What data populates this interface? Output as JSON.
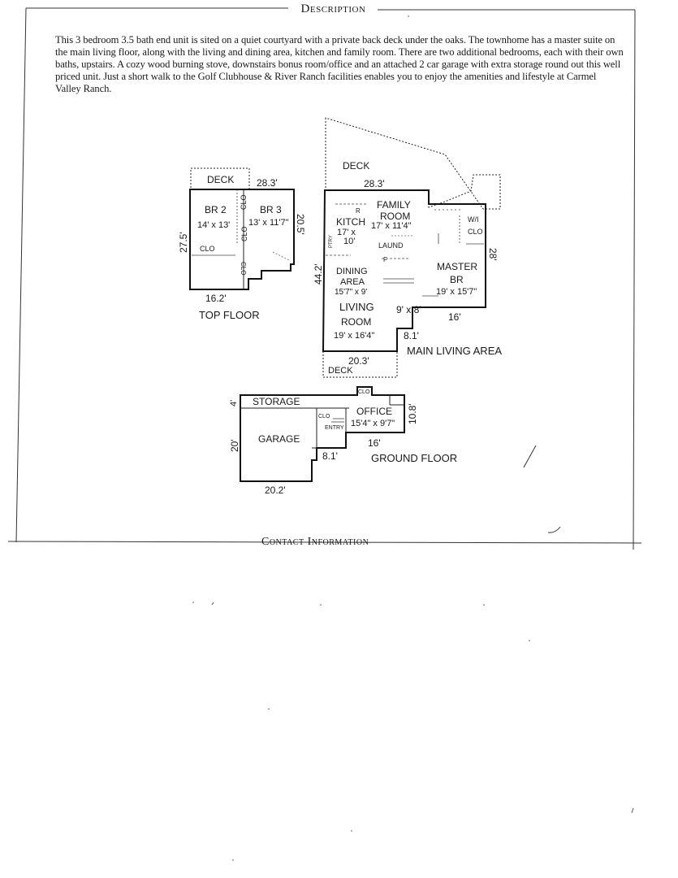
{
  "header": {
    "section_title": "Description"
  },
  "description": {
    "text": "This 3 bedroom 3.5 bath end unit is sited on a quiet courtyard with a private back deck under the oaks. The townhome has a master suite on the main living floor, along with the living and dining area, kitchen and family room. There are two additional bedrooms, each with their own baths, upstairs. A cozy wood burning stove, downstairs bonus room/office and an attached 2 car garage with extra storage round out this well priced unit. Just a short walk to the Golf Clubhouse & River Ranch facilities enables you to enjoy the amenities and lifestyle at Carmel Valley Ranch."
  },
  "top_floor": {
    "title": "TOP FLOOR",
    "deck": "DECK",
    "width_top": "28.3'",
    "width_bottom": "16.2'",
    "height_left": "27.5'",
    "height_right": "20.5'",
    "br2_name": "BR 2",
    "br2_size": "14' x 13'",
    "br3_name": "BR 3",
    "br3_size": "13' x 11'7\"",
    "clo": "CLO"
  },
  "main_floor": {
    "title": "MAIN LIVING AREA",
    "deck_top": "DECK",
    "deck_bottom": "DECK",
    "width_top": "28.3'",
    "width_bottom": "20.3'",
    "height_left": "44.2'",
    "height_right": "28'",
    "dim_8_1": "8.1'",
    "dim_16": "16'",
    "family_room_1": "FAMILY",
    "family_room_2": "ROOM",
    "family_room_size": "17' x 11'4\"",
    "kitchen_1": "KITCH",
    "kitchen_2": "17' x",
    "kitchen_3": "10'",
    "laund": "LAUND",
    "wi": "W/I",
    "clo": "CLO",
    "dining_1": "DINING",
    "dining_2": "AREA",
    "dining_size": "15'7\" x 9'",
    "living_1": "LIVING",
    "living_2": "ROOM",
    "living_size": "19' x 16'4\"",
    "master_1": "MASTER",
    "master_2": "BR",
    "master_size": "19' x 15'7\"",
    "small_room": "9' x 8'",
    "pantry": "PTRY",
    "r": "R",
    "f": "F"
  },
  "ground_floor": {
    "title": "GROUND FLOOR",
    "storage": "STORAGE",
    "storage_dim": "4'",
    "garage": "GARAGE",
    "garage_height": "20'",
    "garage_width": "20.2'",
    "clo": "CLO",
    "clo_top": "CLO",
    "entry": "ENTRY",
    "office": "OFFICE",
    "office_size": "15'4\" x 9'7\"",
    "office_height": "10.8'",
    "dim_16": "16'",
    "dim_8_1": "8.1'"
  },
  "footer": {
    "section_title": "Contact Information"
  }
}
